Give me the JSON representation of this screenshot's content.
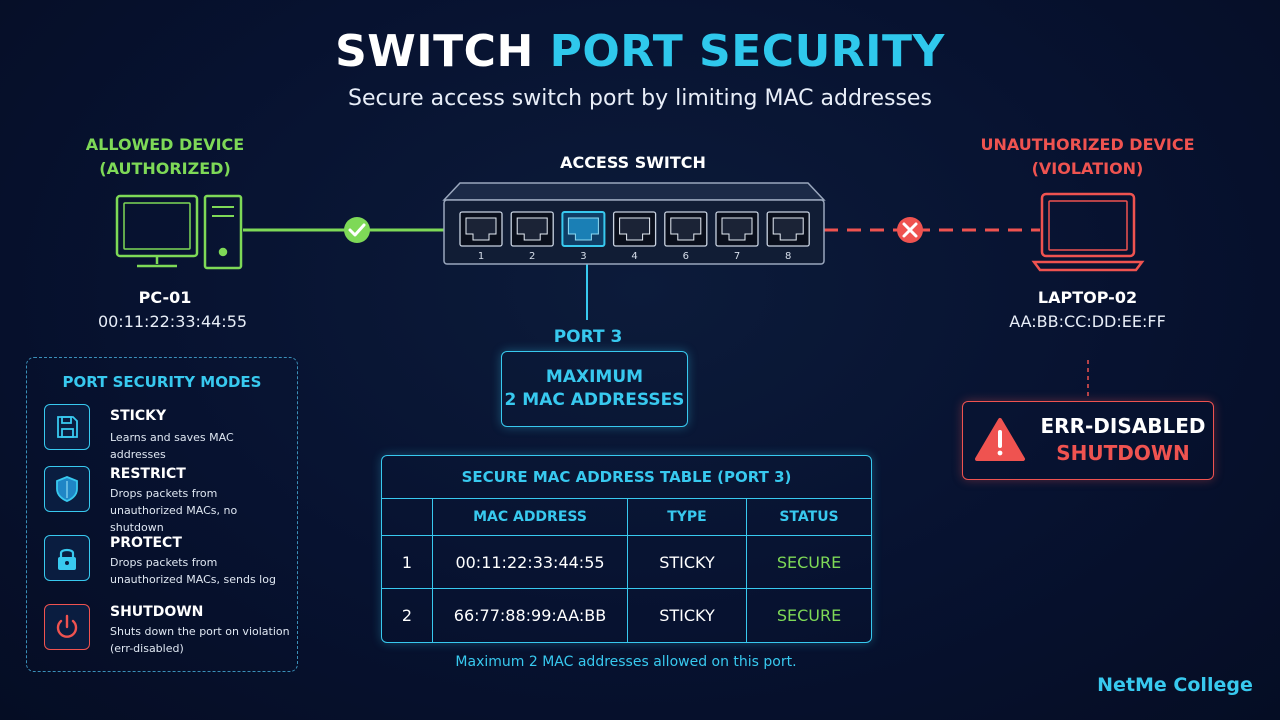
{
  "title": {
    "part1": "SWITCH",
    "part2": "PORT SECURITY"
  },
  "subtitle": "Secure access switch port by limiting MAC addresses",
  "allowed_device": {
    "label_line1": "ALLOWED DEVICE",
    "label_line2": "(AUTHORIZED)",
    "name": "PC-01",
    "mac": "00:11:22:33:44:55",
    "icon": "desktop-pc-icon"
  },
  "unauthorized_device": {
    "label_line1": "UNAUTHORIZED DEVICE",
    "label_line2": "(VIOLATION)",
    "name": "LAPTOP-02",
    "mac": "AA:BB:CC:DD:EE:FF",
    "icon": "laptop-icon"
  },
  "switch": {
    "label": "ACCESS SWITCH",
    "ports": [
      "1",
      "2",
      "3",
      "4",
      "6",
      "7",
      "8"
    ],
    "highlighted_port": "3"
  },
  "port_info": {
    "label": "PORT 3",
    "box_line1": "MAXIMUM",
    "box_line2": "2 MAC ADDRESSES"
  },
  "violation": {
    "line1": "ERR-DISABLED",
    "line2": "SHUTDOWN",
    "icon": "warning-icon"
  },
  "modes": {
    "title": "PORT SECURITY MODES",
    "items": [
      {
        "name": "STICKY",
        "desc": "Learns and saves MAC addresses",
        "icon": "save-icon"
      },
      {
        "name": "RESTRICT",
        "desc": "Drops packets from unauthorized MACs, no shutdown",
        "icon": "shield-icon"
      },
      {
        "name": "PROTECT",
        "desc": "Drops packets from unauthorized MACs, sends log",
        "icon": "lock-icon"
      },
      {
        "name": "SHUTDOWN",
        "desc": "Shuts down the port on violation (err-disabled)",
        "icon": "power-icon"
      }
    ]
  },
  "mac_table": {
    "title": "SECURE MAC ADDRESS TABLE (PORT 3)",
    "headers": [
      "",
      "MAC ADDRESS",
      "TYPE",
      "STATUS"
    ],
    "rows": [
      [
        "1",
        "00:11:22:33:44:55",
        "STICKY",
        "SECURE"
      ],
      [
        "2",
        "66:77:88:99:AA:BB",
        "STICKY",
        "SECURE"
      ]
    ]
  },
  "note": "Maximum 2 MAC addresses allowed on this port.",
  "brand": "NetMe College",
  "colors": {
    "allowed": "#7ed957",
    "violation": "#ef5350",
    "accent": "#38c9ef",
    "background": "#071230"
  }
}
